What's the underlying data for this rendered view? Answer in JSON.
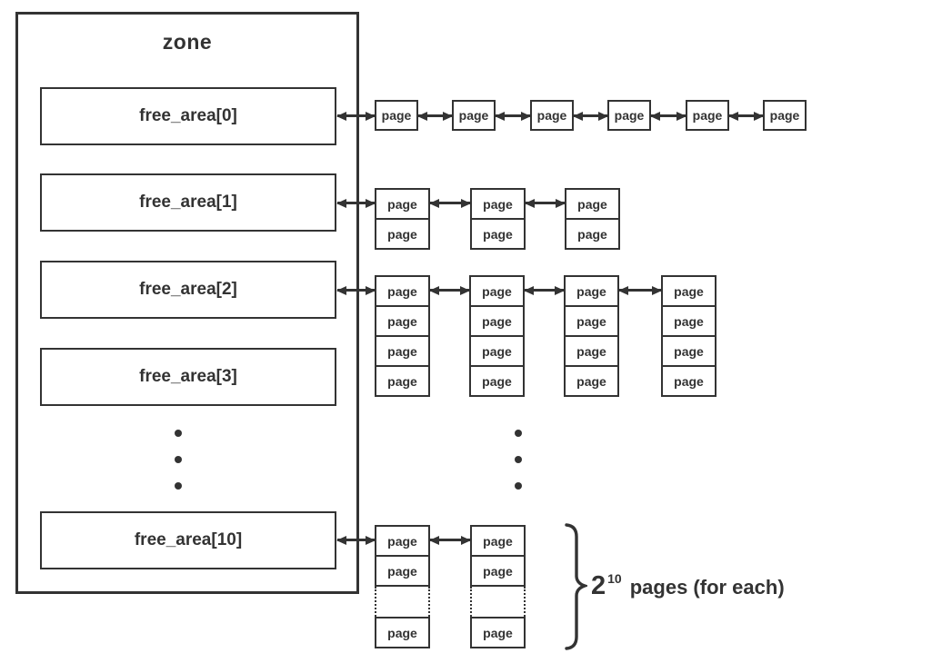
{
  "zone": {
    "title": "zone",
    "free_areas": [
      {
        "label": "free_area[0]"
      },
      {
        "label": "free_area[1]"
      },
      {
        "label": "free_area[2]"
      },
      {
        "label": "free_area[3]"
      },
      {
        "label": "free_area[10]"
      }
    ]
  },
  "labels": {
    "page": "page"
  },
  "annotation": {
    "base": "2",
    "exponent": "10",
    "suffix": "pages (for each)"
  },
  "diagram": {
    "type": "buddy-allocator free lists",
    "page_groups": [
      {
        "source": "free_area[0]",
        "columns": 6,
        "pages_per_column": 1
      },
      {
        "source": "free_area[1]",
        "columns": 3,
        "pages_per_column": 2
      },
      {
        "source": "free_area[2]",
        "columns": 4,
        "pages_per_column": 4
      },
      {
        "source": "free_area[10]",
        "columns": 2,
        "pages_per_column": "2^10 (truncated with dotted gap)"
      }
    ],
    "ellipsis": "vertical-dots"
  },
  "colors": {
    "line": "#333333",
    "text": "#333333",
    "background": "#ffffff"
  }
}
